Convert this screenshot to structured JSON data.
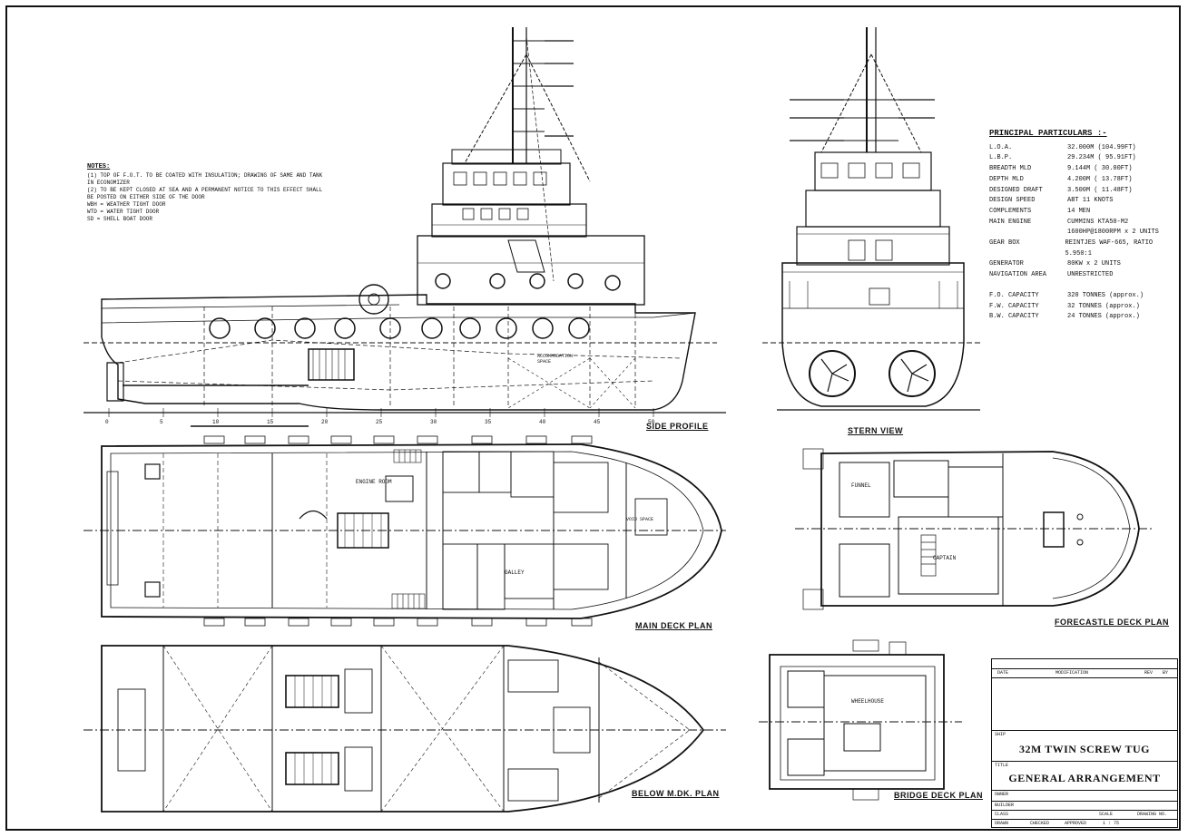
{
  "views": {
    "side_profile": "SIDE PROFILE",
    "stern_view": "STERN VIEW",
    "main_deck_plan": "MAIN DECK PLAN",
    "forecastle_deck_plan": "FORECASTLE DECK PLAN",
    "below_main_deck_plan": "BELOW M.DK. PLAN",
    "bridge_deck_plan": "BRIDGE DECK PLAN"
  },
  "principal_particulars": {
    "title": "PRINCIPAL PARTICULARS :-",
    "rows": [
      {
        "k": "L.O.A.",
        "v": "32.000M (104.99FT)"
      },
      {
        "k": "L.B.P.",
        "v": "29.234M ( 95.91FT)"
      },
      {
        "k": "BREADTH MLD",
        "v": "9.144M ( 30.00FT)"
      },
      {
        "k": "DEPTH MLD",
        "v": "4.200M ( 13.78FT)"
      },
      {
        "k": "DESIGNED DRAFT",
        "v": "3.500M ( 11.48FT)"
      },
      {
        "k": "DESIGN SPEED",
        "v": "ABT 11 KNOTS"
      },
      {
        "k": "COMPLEMENTS",
        "v": "14 MEN"
      },
      {
        "k": "MAIN ENGINE",
        "v": "CUMMINS KTA50-M2"
      },
      {
        "k": "",
        "v": "1600HP@1800RPM x 2 UNITS"
      },
      {
        "k": "GEAR BOX",
        "v": "REINTJES WAF-665, RATIO 5.950:1"
      },
      {
        "k": "GENERATOR",
        "v": "80KW x 2 UNITS"
      },
      {
        "k": "NAVIGATION AREA",
        "v": "UNRESTRICTED"
      }
    ],
    "capacities": [
      {
        "k": "F.O. CAPACITY",
        "v": "320 TONNES (approx.)"
      },
      {
        "k": "F.W. CAPACITY",
        "v": "32 TONNES (approx.)"
      },
      {
        "k": "B.W. CAPACITY",
        "v": "24 TONNES (approx.)"
      }
    ]
  },
  "notes": {
    "title": "NOTES:",
    "items": [
      "(1)  TOP OF F.O.T. TO BE COATED WITH INSULATION; DRAWING OF SAME AND TANK IN ECONOMIZER",
      "(2)  TO BE KEPT CLOSED AT SEA AND A PERMANENT NOTICE TO THIS EFFECT SHALL BE POSTED ON EITHER SIDE OF THE DOOR",
      "WBH = WEATHER TIGHT DOOR",
      "WTD = WATER TIGHT DOOR",
      "SD  = SHELL BOAT DOOR"
    ]
  },
  "title_block": {
    "col_date": "DATE",
    "col_modification": "MODIFICATION",
    "col_rev": "REV",
    "col_by": "BY",
    "ship_label": "SHIP",
    "ship_name": "32M TWIN SCREW TUG",
    "title_label": "TITLE",
    "drawing_title": "GENERAL ARRANGEMENT",
    "owner_label": "OWNER",
    "builder_label": "BUILDER",
    "class_label": "CLASS",
    "drawn_label": "DRAWN",
    "checked_label": "CHECKED",
    "approved_label": "APPROVED",
    "scale_label": "SCALE",
    "scale_value": "1 : 75",
    "drawing_no_label": "DRAWING NO."
  },
  "room_labels": {
    "engine_room": "ENGINE ROOM",
    "galley": "GALLEY",
    "wheelhouse": "WHEELHOUSE",
    "captain": "CAPTAIN",
    "funnel": "FUNNEL",
    "accommodation": "ACCOMMODATION SPACE",
    "void_space": "VOID SPACE"
  }
}
